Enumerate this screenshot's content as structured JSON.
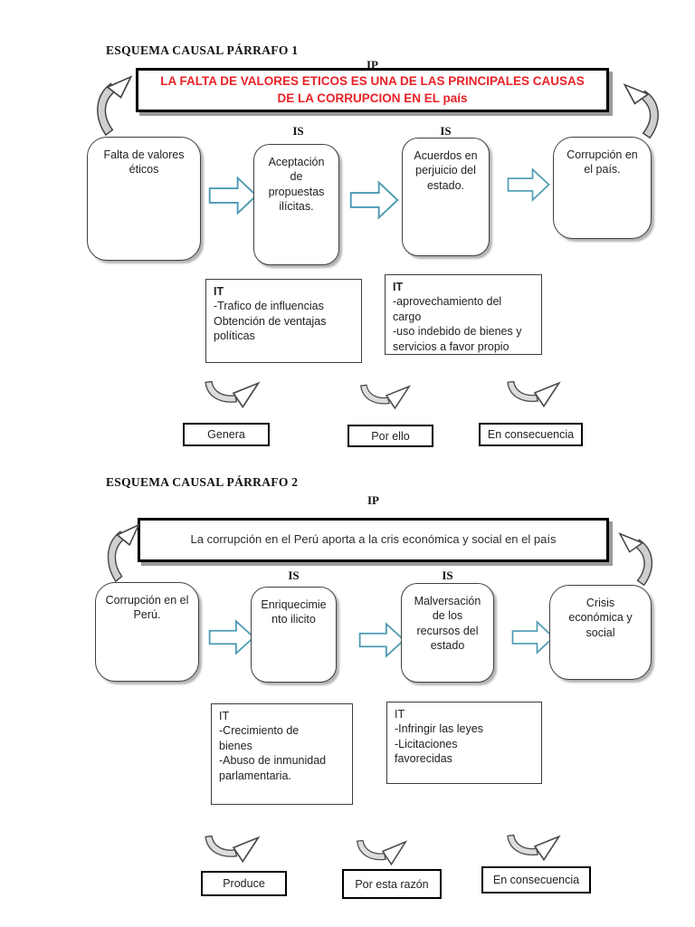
{
  "document": {
    "background": "#ffffff"
  },
  "colors": {
    "headline_red": "#e82227",
    "flow_arrow_stroke": "#4a9ab3",
    "cause_box_border": "#404040",
    "frame_border": "#000000",
    "shadow_gray": "#9a9a9a"
  },
  "icons": {
    "cycle_arrow_left": "curved-cycle-arrow",
    "cycle_arrow_right": "curved-cycle-arrow-mirrored",
    "flow_arrow": "right-block-arrow",
    "connector_arrow": "curved-up-right-arrow"
  },
  "sections": [
    {
      "title": "ESQUEMA CAUSAL PÁRRAFO 1",
      "ip_label": "IP",
      "main_idea": "LA FALTA DE VALORES ETICOS ES UNA DE LAS PRINCIPALES CAUSAS DE LA CORRUPCION EN EL país",
      "is_labels": [
        "IS",
        "IS"
      ],
      "cause_boxes": [
        "Falta de valores éticos",
        "Aceptación de propuestas ilícitas.",
        "Acuerdos en perjuicio del estado.",
        "Corrupción en el país."
      ],
      "it_boxes": [
        {
          "label": "IT",
          "text": "-Trafico de influencias\nObtención de ventajas\npolíticas"
        },
        {
          "label": "IT",
          "text": "-aprovechamiento del\ncargo\n-uso indebido de bienes y\nservicios a favor propio"
        }
      ],
      "connector_labels": [
        "Genera",
        "Por ello",
        "En consecuencia"
      ]
    },
    {
      "title": "ESQUEMA CAUSAL PÁRRAFO 2",
      "ip_label": "IP",
      "main_idea": "La corrupción en el Perú aporta a la cris económica y social en el país",
      "is_labels": [
        "IS",
        "IS"
      ],
      "cause_boxes": [
        "Corrupción en el Perú.",
        "Enriquecimie nto ilicito",
        "Malversación de los recursos del estado",
        "Crisis económica y social"
      ],
      "it_boxes": [
        {
          "label": "IT",
          "text": "-Crecimiento de\nbienes\n-Abuso de inmunidad\nparlamentaria."
        },
        {
          "label": "IT",
          "text": "-Infringir las leyes\n-Licitaciones\nfavorecidas"
        }
      ],
      "connector_labels": [
        "Produce",
        "Por esta razón",
        "En consecuencia"
      ]
    }
  ]
}
